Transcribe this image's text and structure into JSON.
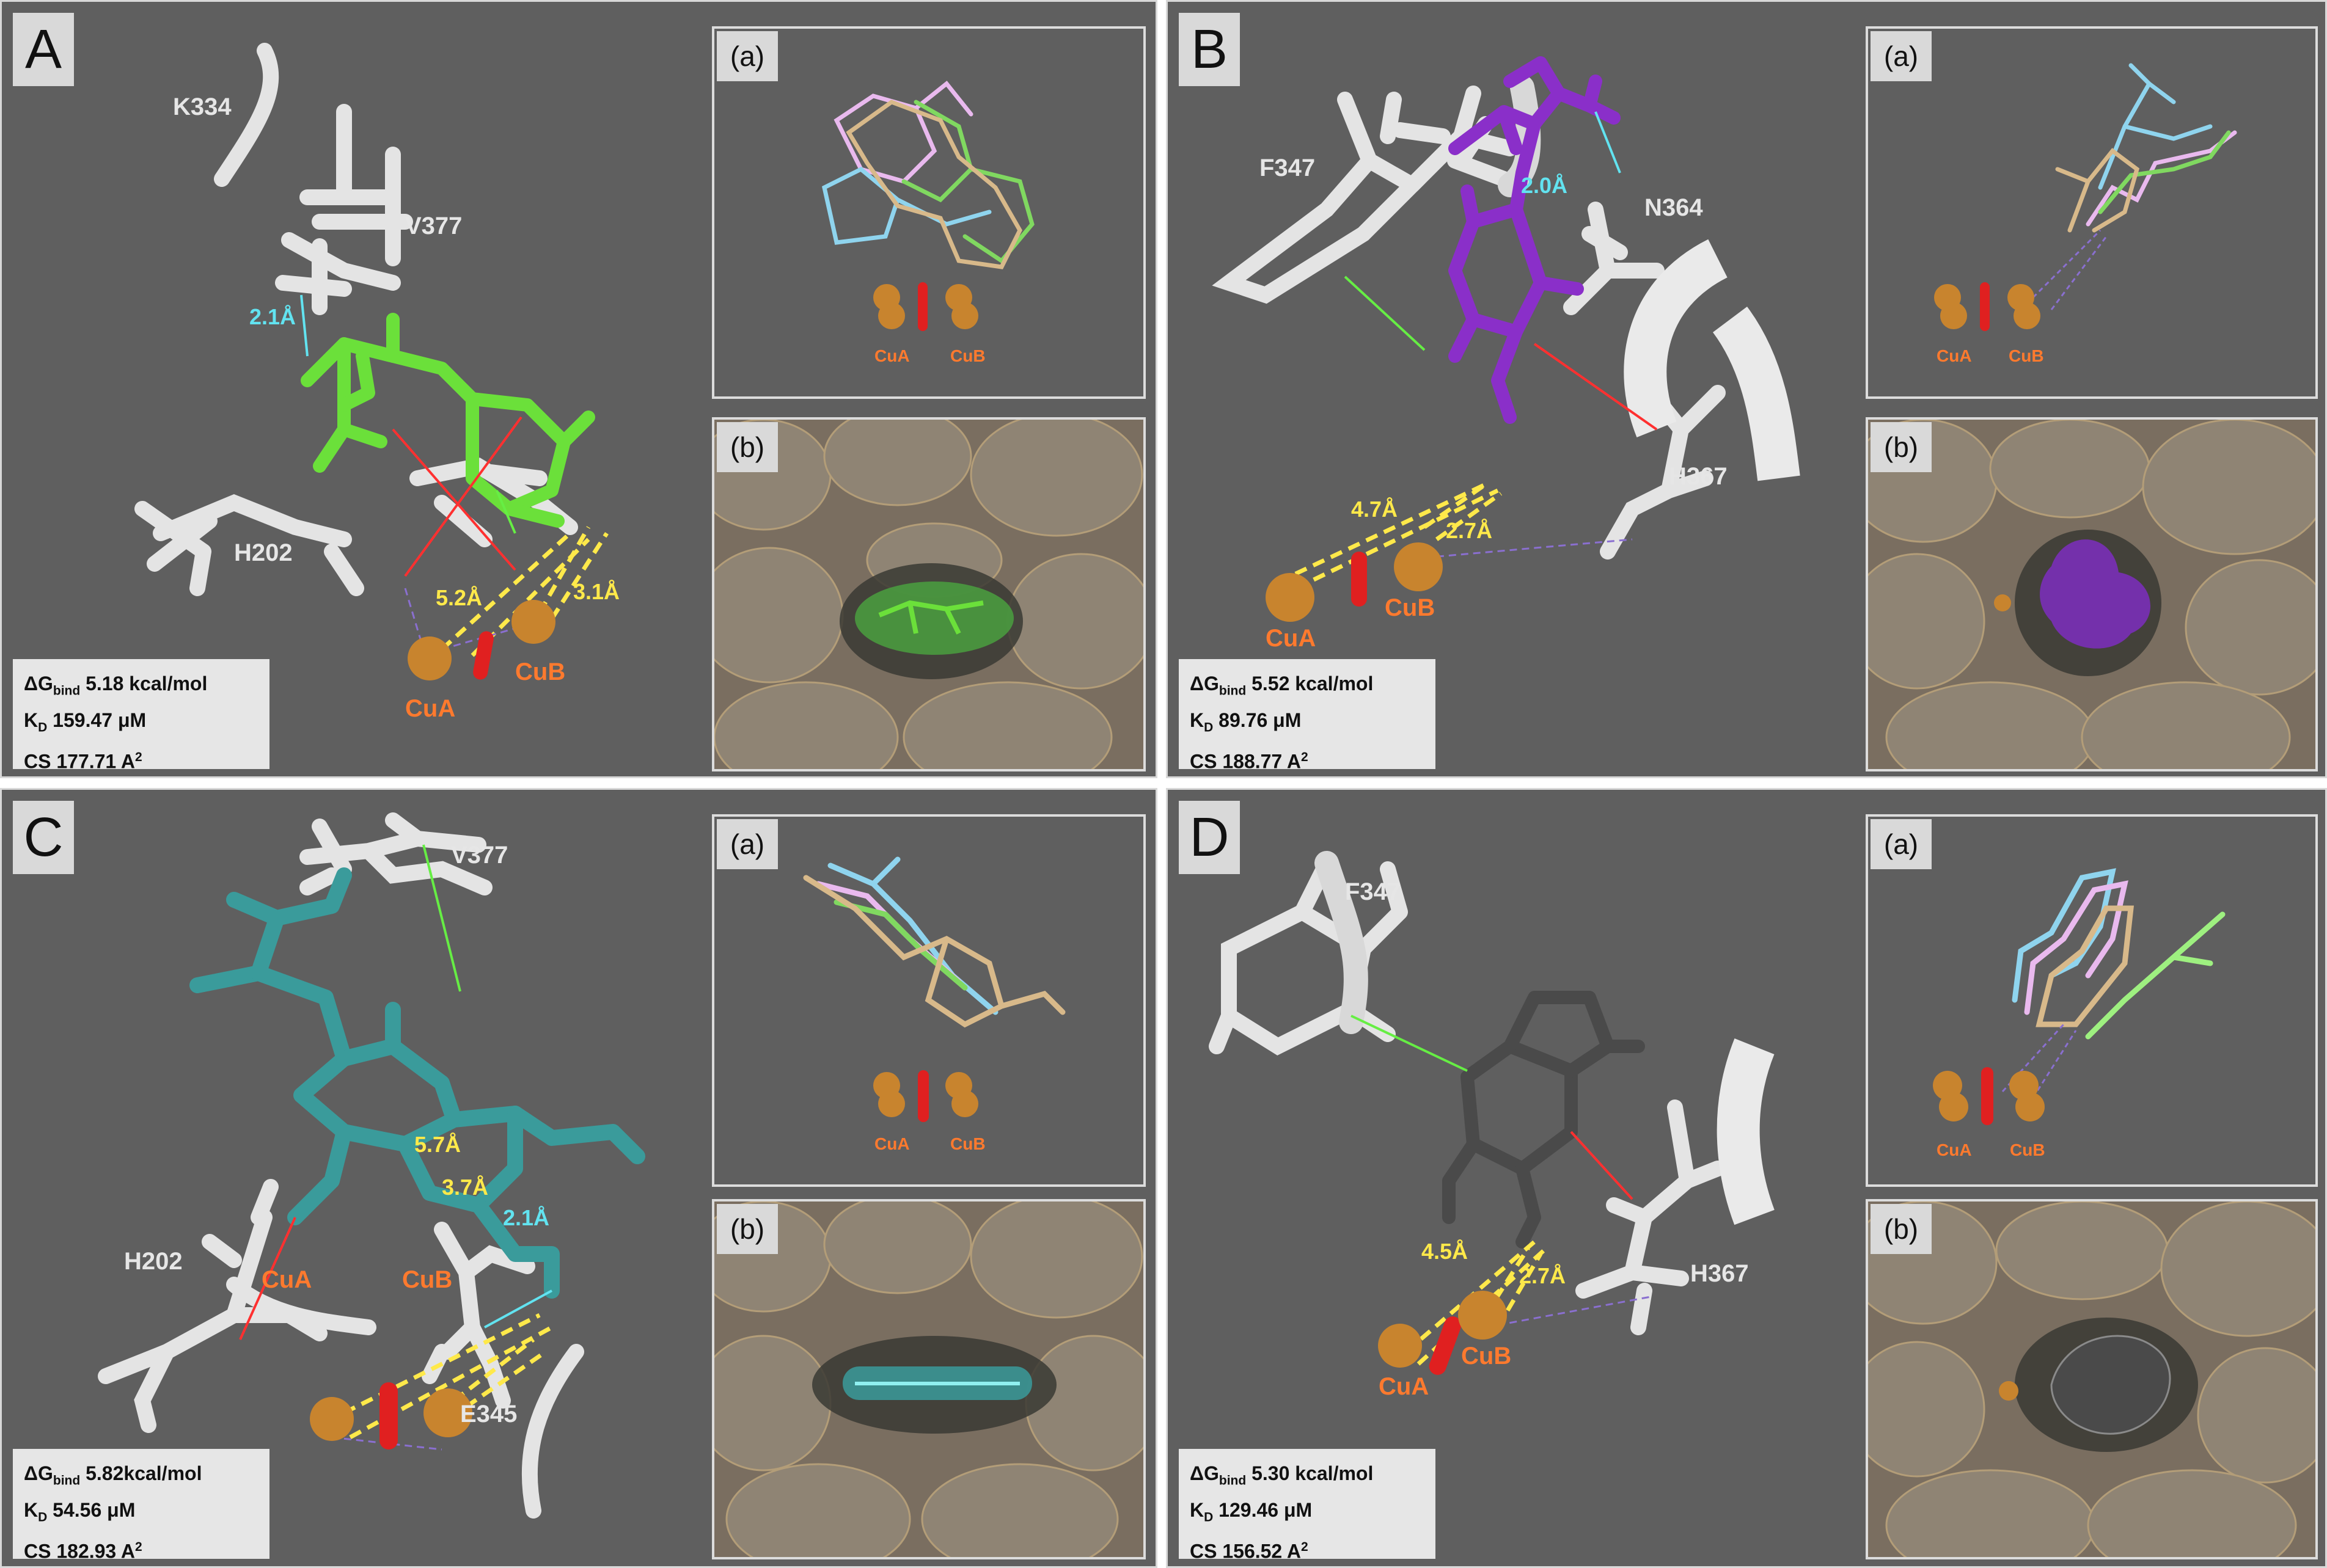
{
  "panels": {
    "A": {
      "label": "A",
      "residues": [
        "K334",
        "V377",
        "H202"
      ],
      "distances_yellow": [
        "5.2Å",
        "3.1Å"
      ],
      "distances_cyan": [
        "2.1Å"
      ],
      "cu": [
        "CuA",
        "CuB"
      ],
      "stats": {
        "dg_prefix": "ΔG",
        "dg_sub": "bind",
        "dg_value": " 5.18 kcal/mol",
        "kd_prefix": "K",
        "kd_sub": "D",
        "kd_value": " 159.47 μM",
        "cs_value": "CS 177.71 A",
        "cs_sup": "2"
      },
      "inset_a_label": "(a)",
      "inset_b_label": "(b)",
      "ligand_color": "#6be03a"
    },
    "B": {
      "label": "B",
      "residues": [
        "F347",
        "N364",
        "H367"
      ],
      "distances_yellow": [
        "4.7Å",
        "2.7Å"
      ],
      "distances_cyan": [
        "2.0Å"
      ],
      "cu": [
        "CuA",
        "CuB"
      ],
      "stats": {
        "dg_prefix": "ΔG",
        "dg_sub": "bind",
        "dg_value": " 5.52 kcal/mol",
        "kd_prefix": "K",
        "kd_sub": "D",
        "kd_value": " 89.76 μM",
        "cs_value": "CS 188.77 A",
        "cs_sup": "2"
      },
      "inset_a_label": "(a)",
      "inset_b_label": "(b)",
      "ligand_color": "#8a2fc9"
    },
    "C": {
      "label": "C",
      "residues": [
        "V377",
        "H202",
        "E345"
      ],
      "distances_yellow": [
        "5.7Å",
        "3.7Å"
      ],
      "distances_cyan": [
        "2.1Å"
      ],
      "cu": [
        "CuA",
        "CuB"
      ],
      "stats": {
        "dg_prefix": "ΔG",
        "dg_sub": "bind",
        "dg_value": " 5.82kcal/mol",
        "kd_prefix": "K",
        "kd_sub": "D",
        "kd_value": " 54.56 μM",
        "cs_value": "CS 182.93 A",
        "cs_sup": "2"
      },
      "inset_a_label": "(a)",
      "inset_b_label": "(b)",
      "ligand_color": "#3a9b9b"
    },
    "D": {
      "label": "D",
      "residues": [
        "F347",
        "H367"
      ],
      "distances_yellow": [
        "4.5Å",
        "2.7Å"
      ],
      "distances_cyan": [],
      "cu": [
        "CuA",
        "CuB"
      ],
      "stats": {
        "dg_prefix": "ΔG",
        "dg_sub": "bind",
        "dg_value": " 5.30 kcal/mol",
        "kd_prefix": "K",
        "kd_sub": "D",
        "kd_value": " 129.46 μM",
        "cs_value": "CS 156.52 A",
        "cs_sup": "2"
      },
      "inset_a_label": "(a)",
      "inset_b_label": "(b)",
      "ligand_color": "#4a4a4a"
    }
  },
  "colors": {
    "background": "#5f5f5f",
    "residue_stick": "#e8e8e8",
    "copper": "#c8842e",
    "oxygen": "#e02020",
    "hbond_yellow": "#ffe94a",
    "hbond_cyan": "#62e3f0",
    "pi_green": "#66ee44",
    "pi_red": "#e02a20",
    "surface": "#8a7d6a"
  }
}
